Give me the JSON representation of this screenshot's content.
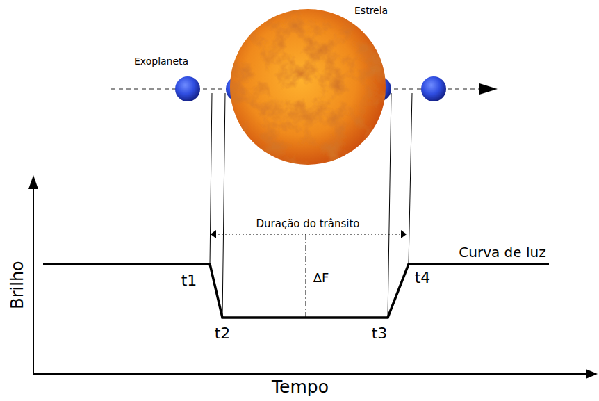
{
  "diagram": {
    "nodes": [
      {
        "text": [
          "Estrela"
        ]
      },
      {
        "text": [
          "Exoplaneta"
        ]
      }
    ],
    "labels": [
      "Duração do trânsito",
      "Curva de luz",
      "t1",
      "t2",
      "t3",
      "t4",
      "ΔF",
      "Brilho",
      "Tempo"
    ]
  }
}
